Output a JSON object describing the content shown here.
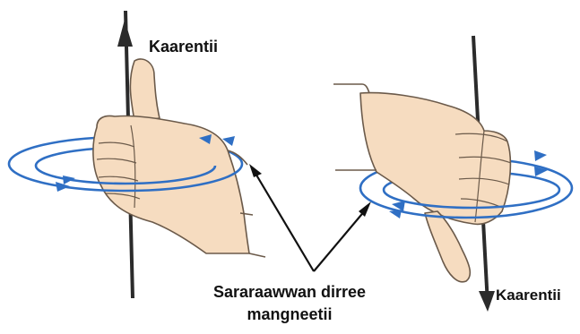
{
  "labels": {
    "current_left": "Kaarentii",
    "current_right": "Kaarentii",
    "caption_line1": "Sararaawwan dirree",
    "caption_line2": "mangneetii"
  },
  "colors": {
    "wire": "#2b2b2b",
    "field_lines": "#2f6fc4",
    "skin_fill": "#f6dcc0",
    "skin_outline": "#6b5a4a",
    "text": "#111111"
  },
  "icons": {
    "left_current_arrow": "arrow-up-icon",
    "right_current_arrow": "arrow-down-icon",
    "field_arrow": "triangle-arrowhead-icon"
  }
}
